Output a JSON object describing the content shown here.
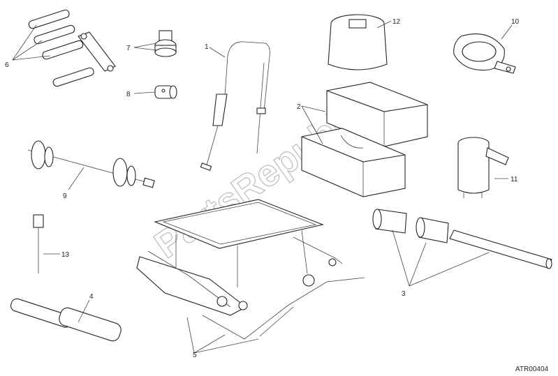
{
  "callouts": [
    {
      "num": "1"
    },
    {
      "num": "2"
    },
    {
      "num": "3"
    },
    {
      "num": "4"
    },
    {
      "num": "5"
    },
    {
      "num": "6"
    },
    {
      "num": "7"
    },
    {
      "num": "8"
    },
    {
      "num": "9"
    },
    {
      "num": "10"
    },
    {
      "num": "11"
    },
    {
      "num": "12"
    },
    {
      "num": "13"
    }
  ],
  "watermark": "PartsRepublik",
  "drawing_code": "ATR00404",
  "colors": {
    "line": "#222222",
    "watermark": "#bbbbbb",
    "background": "#ffffff"
  },
  "icons": [
    "gear-icon"
  ]
}
